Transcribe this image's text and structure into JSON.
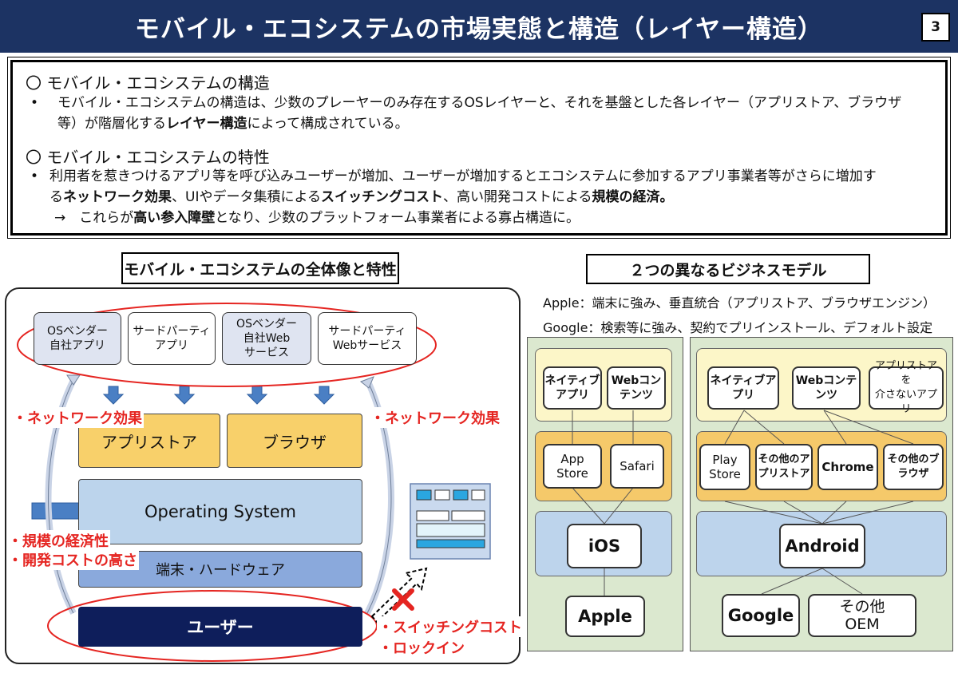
{
  "header": {
    "title": "モバイル・エコシステムの市場実態と構造（レイヤー構造）",
    "page_number": "3"
  },
  "summary": {
    "section1_heading": "〇 モバイル・エコシステムの構造",
    "section1_bullet_mark": "•",
    "section1_line1": "モバイル・エコシステムの構造は、少数のプレーヤーのみ存在するOSレイヤーと、それを基盤とした各レイヤー（アプリストア、ブラウザ",
    "section1_line2_a": "等）が階層化する",
    "section1_line2_bold": "レイヤー構造",
    "section1_line2_b": "によって構成されている。",
    "section2_heading": "〇 モバイル・エコシステムの特性",
    "section2_bullet_mark": "•",
    "section2_line1": "利用者を惹きつけるアプリ等を呼び込みユーザーが増加、ユーザーが増加するとエコシステムに参加するアプリ事業者等がさらに増加す",
    "section2_line2_a": "る",
    "section2_line2_bold1": "ネットワーク効果",
    "section2_line2_b": "、UIやデータ集積による",
    "section2_line2_bold2": "スイッチングコスト",
    "section2_line2_c": "、高い開発コストによる",
    "section2_line2_bold3": "規模の経済。",
    "section2_line3_a": "→　これらが",
    "section2_line3_bold": "高い参入障壁",
    "section2_line3_b": "となり、少数のプラットフォーム事業者による寡占構造に。"
  },
  "left_panel": {
    "title": "モバイル・エコシステムの全体像と特性",
    "apps": [
      {
        "label": "OSベンダー\n自社アプリ"
      },
      {
        "label": "サードパーティ\nアプリ"
      },
      {
        "label": "OSベンダー\n自社Web\nサービス"
      },
      {
        "label": "サードパーティ\nWebサービス"
      }
    ],
    "appstore": "アプリストア",
    "browser": "ブラウザ",
    "os": "Operating System",
    "hardware": "端末・ハードウェア",
    "user": "ユーザー",
    "network_effect_left": "・ネットワーク効果",
    "network_effect_right": "・ネットワーク効果",
    "scale_economy": "・規模の経済性",
    "dev_cost": "・開発コストの高さ",
    "switching_cost": "・スイッチングコスト",
    "lock_in": "・ロックイン",
    "colors": {
      "red": "#e52521",
      "navy": "#0e1e5b",
      "arrow_blue": "#4a7fc4"
    }
  },
  "right_panel": {
    "title": "２つの異なるビジネスモデル",
    "apple_desc": "Apple：端末に強み、垂直統合（アプリストア、ブラウザエンジン）",
    "google_desc": "Google：検索等に強み、契約でプリインストール、デフォルト設定",
    "apple": {
      "apps": [
        "ネイティブ\nアプリ",
        "Webコン\nテンツ"
      ],
      "stores": [
        "App\nStore",
        "Safari"
      ],
      "os": "iOS",
      "vendor": "Apple"
    },
    "google": {
      "apps": [
        "ネイティブア\nプリ",
        "Webコンテ\nンツ",
        "アプリストアを\n介さないアプリ"
      ],
      "stores": [
        "Play\nStore",
        "その他のア\nプリストア",
        "Chrome",
        "その他のブ\nラウザ"
      ],
      "os": "Android",
      "vendors": [
        "Google",
        "その他\nOEM"
      ]
    }
  }
}
